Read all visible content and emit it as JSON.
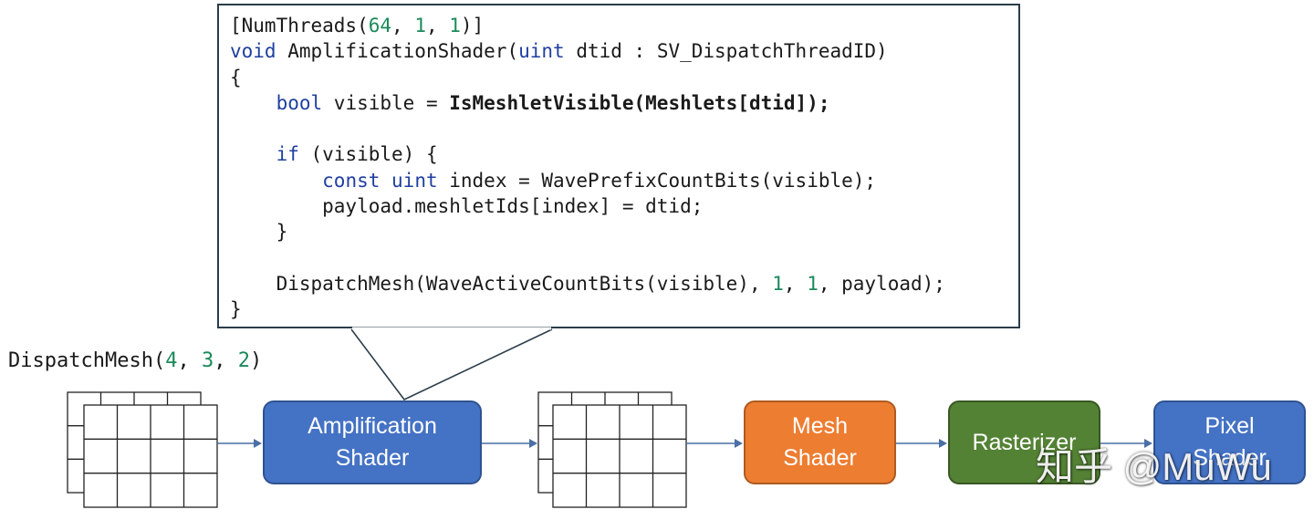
{
  "code": {
    "l1_a": "[NumThreads(",
    "l1_n1": "64",
    "l1_c1": ", ",
    "l1_n2": "1",
    "l1_c2": ", ",
    "l1_n3": "1",
    "l1_e": ")]",
    "l2_kw1": "void",
    "l2_a": " AmplificationShader(",
    "l2_kw2": "uint",
    "l2_b": " dtid : SV_DispatchThreadID)",
    "l3": "{",
    "l4_ind": "    ",
    "l4_kw": "bool",
    "l4_a": " visible = ",
    "l4_b": "IsMeshletVisible(Meshlets[dtid]);",
    "l6_ind": "    ",
    "l6_kw": "if",
    "l6_a": " (visible) {",
    "l7_ind": "        ",
    "l7_kw1": "const",
    "l7_sp": " ",
    "l7_kw2": "uint",
    "l7_a": " index = WavePrefixCountBits(visible);",
    "l8": "        payload.meshletIds[index] = dtid;",
    "l9": "    }",
    "l11_a": "    DispatchMesh(WaveActiveCountBits(visible), ",
    "l11_n1": "1",
    "l11_c1": ", ",
    "l11_n2": "1",
    "l11_b": ", payload);",
    "l12": "}"
  },
  "dispatch": {
    "a": "DispatchMesh(",
    "n1": "4",
    "c1": ", ",
    "n2": "3",
    "c2": ", ",
    "n3": "2",
    "e": ")"
  },
  "stages": {
    "amplification": [
      "Amplification",
      "Shader"
    ],
    "mesh": [
      "Mesh",
      "Shader"
    ],
    "rasterizer": [
      "Rasterizer"
    ],
    "pixel": [
      "Pixel",
      "Shader"
    ]
  },
  "watermark": "知乎 @MuWu",
  "colors": {
    "amplification": "#4472c4",
    "mesh": "#ed7d31",
    "rasterizer": "#548235",
    "pixel": "#4472c4",
    "arrow": "#4a6fa5",
    "keyword": "#1f3fa0",
    "number": "#1b8a5a"
  }
}
